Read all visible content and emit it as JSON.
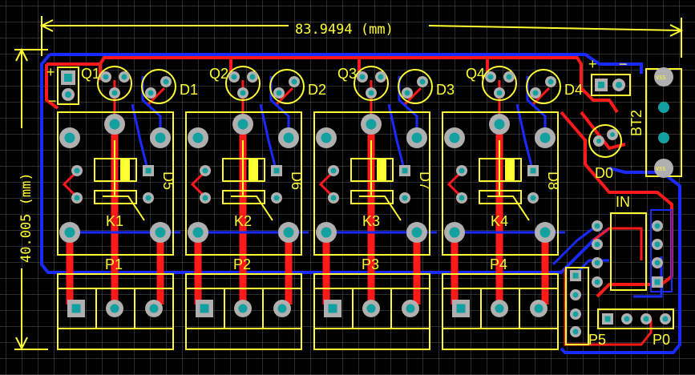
{
  "board": {
    "dim_width": "83.9494 (mm)",
    "dim_height": "40.005 (mm)"
  },
  "colors": {
    "background": "#000000",
    "grid": "#5a5a5a",
    "silkscreen": "#ffff33",
    "top_copper": "#ff1a1a",
    "bottom_copper": "#1a2aff",
    "pad_ring": "#b0b0b0",
    "pad_hole": "#12a0a0"
  },
  "channels": [
    {
      "transistor": "Q1",
      "led": "D1",
      "relay": "K1",
      "connector": "P1",
      "diode": "D5"
    },
    {
      "transistor": "Q2",
      "led": "D2",
      "relay": "K2",
      "connector": "P2",
      "diode": "D6"
    },
    {
      "transistor": "Q3",
      "led": "D3",
      "relay": "K3",
      "connector": "P3",
      "diode": "D7"
    },
    {
      "transistor": "Q4",
      "led": "D4",
      "relay": "K4",
      "connector": "P4",
      "diode": "D8"
    }
  ],
  "power": {
    "plus": "+",
    "minus": "−",
    "plus_left": "+",
    "minus_left": "−",
    "bt_label": "BT2",
    "led_label": "D0",
    "in_label": "IN",
    "p5_label": "P5",
    "p0_label": "P0",
    "bt_pad_top": "VSS",
    "bt_pad_bottom": "VSS"
  }
}
